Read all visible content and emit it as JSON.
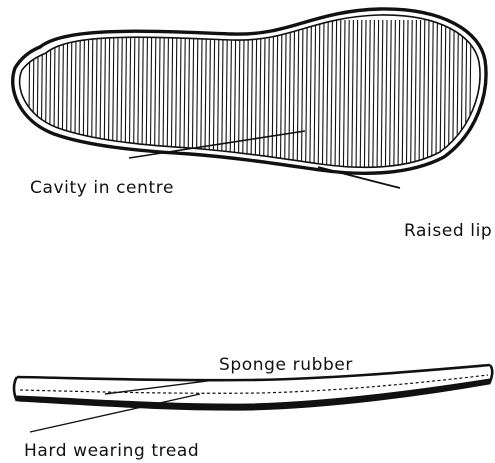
{
  "labels": {
    "cavity": "Cavity in centre",
    "lip": "Raised lip",
    "sponge": "Sponge rubber",
    "tread": "Hard wearing tread"
  },
  "colors": {
    "ink": "#111111",
    "paper": "#ffffff"
  }
}
